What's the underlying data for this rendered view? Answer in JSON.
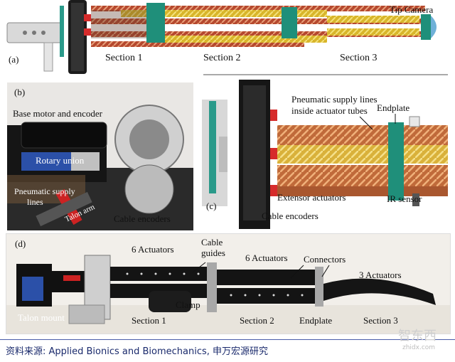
{
  "panel_a": {
    "letter": "(a)",
    "tip_camera": "Tip Camera",
    "section1": "Section 1",
    "section2": "Section 2",
    "section3": "Section 3"
  },
  "panel_b": {
    "letter": "(b)",
    "base_motor": "Base motor and encoder",
    "rotary_union": "Rotary union",
    "pneumatic_supply_1": "Pneumatic supply",
    "pneumatic_supply_2": "lines",
    "talon_arm": "Talon arm",
    "cable_encoders": "Cable encoders"
  },
  "panel_c": {
    "letter": "(c)",
    "pneumatic_lines_1": "Pneumatic supply lines",
    "pneumatic_lines_2": "inside actuator tubes",
    "endplate": "Endplate",
    "extensor": "Extensor actuators",
    "ir_sensor": "IR sensor",
    "cable_encoders": "Cable encoders"
  },
  "panel_d": {
    "letter": "(d)",
    "actuators_a": "6 Actuators",
    "cable_guides_1": "Cable",
    "cable_guides_2": "guides",
    "actuators_b": "6 Actuators",
    "connectors": "Connectors",
    "actuators_c": "3 Actuators",
    "clamp": "Clamp",
    "talon_mount": "Talon mount",
    "section1": "Section 1",
    "section2": "Section 2",
    "endplate": "Endplate",
    "section3": "Section 3"
  },
  "source": "资料来源: Applied Bionics and Biomechanics, 申万宏源研究",
  "watermark": {
    "brand": "智东西",
    "url": "zhidx.com"
  }
}
